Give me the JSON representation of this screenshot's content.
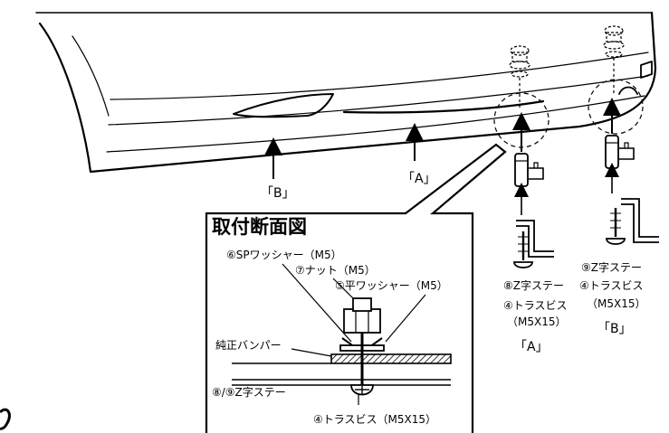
{
  "labels": {
    "marker_b": "「B」",
    "marker_a": "「A」",
    "section_title": "取付断面図",
    "sp_washer": "⑥SPワッシャー（M5）",
    "nut": "⑦ナット（M5）",
    "flat_washer": "⑤平ワッシャー（M5）",
    "bumper": "純正バンパー",
    "z_stay_89": "⑧/⑨Z字ステー",
    "truss_screw_section": "④トラスビス（M5X15）",
    "kit_a_stay": "⑧Z字ステー",
    "kit_a_screw": "④トラスビス",
    "kit_a_size": "（M5X15）",
    "kit_a_tag": "「A」",
    "kit_b_stay": "⑨Z字ステー",
    "kit_b_screw": "④トラスビス",
    "kit_b_size": "（M5X15）",
    "kit_b_tag": "「B」"
  },
  "colors": {
    "ink": "#000000",
    "paper": "#ffffff"
  }
}
